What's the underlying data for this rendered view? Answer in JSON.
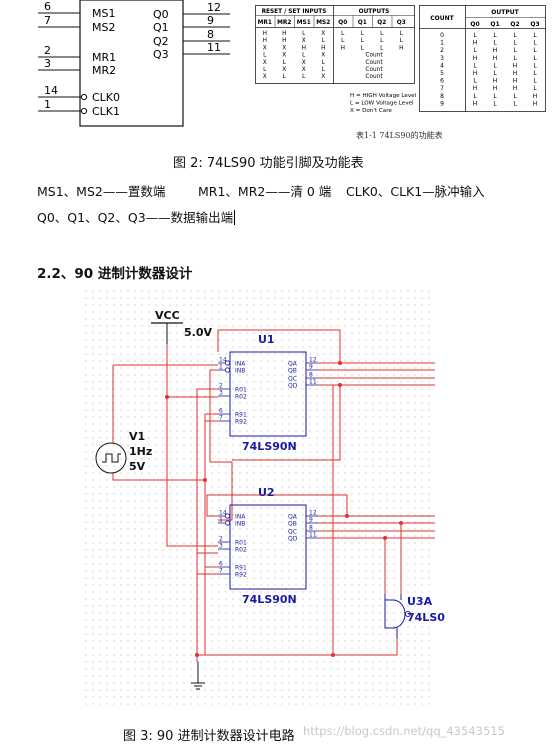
{
  "pinout": {
    "left_pins": [
      {
        "num": "6",
        "name": "MS1"
      },
      {
        "num": "7",
        "name": "MS2"
      },
      {
        "num": "2",
        "name": "MR1"
      },
      {
        "num": "3",
        "name": "MR2"
      },
      {
        "num": "14",
        "name": "CLK0"
      },
      {
        "num": "1",
        "name": "CLK1"
      }
    ],
    "right_pins": [
      {
        "num": "12",
        "name": "Q0"
      },
      {
        "num": "9",
        "name": "Q1"
      },
      {
        "num": "8",
        "name": "Q2"
      },
      {
        "num": "11",
        "name": "Q3"
      }
    ]
  },
  "reset_table": {
    "group_inputs": "RESET / SET INPUTS",
    "group_outputs": "OUTPUTS",
    "headers": [
      "MR1",
      "MR2",
      "MS1",
      "MS2",
      "Q0",
      "Q1",
      "Q2",
      "Q3"
    ],
    "rows": [
      [
        "H",
        "H",
        "L",
        "X",
        "L",
        "L",
        "L",
        "L"
      ],
      [
        "H",
        "H",
        "X",
        "L",
        "L",
        "L",
        "L",
        "L"
      ],
      [
        "X",
        "X",
        "H",
        "H",
        "H",
        "L",
        "L",
        "H"
      ],
      [
        "L",
        "X",
        "L",
        "X",
        "Count",
        "",
        "",
        ""
      ],
      [
        "X",
        "L",
        "X",
        "L",
        "Count",
        "",
        "",
        ""
      ],
      [
        "L",
        "X",
        "X",
        "L",
        "Count",
        "",
        "",
        ""
      ],
      [
        "X",
        "L",
        "L",
        "X",
        "Count",
        "",
        "",
        ""
      ]
    ],
    "notes": [
      "H = HIGH Voltage Level",
      "L = LOW Voltage Level",
      "X = Don't Care"
    ],
    "caption": "表1-1    74LS90的功能表"
  },
  "count_table": {
    "group_count": "COUNT",
    "group_output": "OUTPUT",
    "headers": [
      "Q0",
      "Q1",
      "Q2",
      "Q3"
    ],
    "rows": [
      [
        "0",
        "L",
        "L",
        "L",
        "L"
      ],
      [
        "1",
        "H",
        "L",
        "L",
        "L"
      ],
      [
        "2",
        "L",
        "H",
        "L",
        "L"
      ],
      [
        "3",
        "H",
        "H",
        "L",
        "L"
      ],
      [
        "4",
        "L",
        "L",
        "H",
        "L"
      ],
      [
        "5",
        "H",
        "L",
        "H",
        "L"
      ],
      [
        "6",
        "L",
        "H",
        "H",
        "L"
      ],
      [
        "7",
        "H",
        "H",
        "H",
        "L"
      ],
      [
        "8",
        "L",
        "L",
        "L",
        "H"
      ],
      [
        "9",
        "H",
        "L",
        "L",
        "H"
      ]
    ]
  },
  "fig2_caption": "图 2: 74LS90 功能引脚及功能表",
  "pin_desc": {
    "line1a": "MS1、MS2——置数端",
    "line1b": "MR1、MR2——清 0 端",
    "line1c": "CLK0、CLK1—脉冲输入",
    "line2": "Q0、Q1、Q2、Q3——数据输出端"
  },
  "section_heading": "2.2、90 进制计数器设计",
  "circuit": {
    "vcc_label": "VCC",
    "vcc_value": "5.0V",
    "u1_ref": "U1",
    "u1_part": "74LS90N",
    "u2_ref": "U2",
    "u2_part": "74LS90N",
    "v1_ref": "V1",
    "v1_freq": "1Hz",
    "v1_amp": "5V",
    "u3_ref": "U3A",
    "u3_part": "74LS0",
    "chip_left_pins": [
      "INA",
      "INB",
      "R01",
      "R02",
      "R91",
      "R92"
    ],
    "chip_left_nums": [
      "14",
      "1",
      "2",
      "3",
      "6",
      "7"
    ],
    "chip_right_pins": [
      "QA",
      "QB",
      "QC",
      "QD"
    ],
    "chip_right_nums": [
      "12",
      "9",
      "8",
      "11"
    ]
  },
  "fig3_caption": "图 3: 90 进制计数器设计电路",
  "watermark": "https://blog.csdn.net/qq_43543515",
  "colors": {
    "wire": "#e03030",
    "part": "#1a1aa0",
    "grid": "#bbbbbb"
  }
}
